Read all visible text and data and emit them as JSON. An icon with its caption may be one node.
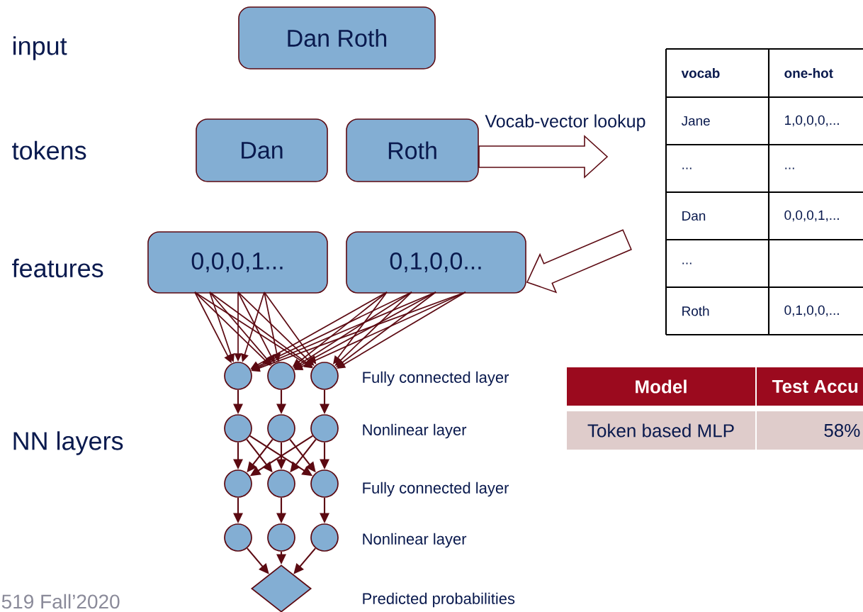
{
  "diagram": {
    "nodes": [
      {
        "text": [
          "Dan Roth"
        ]
      },
      {
        "text": [
          "Dan"
        ]
      },
      {
        "text": [
          "Roth"
        ]
      },
      {
        "text": [
          "0,0,0,1..."
        ]
      },
      {
        "text": [
          "0,1,0,0..."
        ]
      },
      {
        "text": [],
        "shape": "circle"
      },
      {
        "text": [],
        "shape": "circle"
      },
      {
        "text": [],
        "shape": "circle"
      },
      {
        "text": [],
        "shape": "circle"
      },
      {
        "text": [],
        "shape": "circle"
      },
      {
        "text": [],
        "shape": "circle"
      },
      {
        "text": [],
        "shape": "circle"
      },
      {
        "text": [],
        "shape": "circle"
      },
      {
        "text": [],
        "shape": "circle"
      },
      {
        "text": [],
        "shape": "circle"
      },
      {
        "text": [],
        "shape": "circle"
      },
      {
        "text": [],
        "shape": "circle"
      },
      {
        "text": [],
        "shape": "diamond"
      }
    ],
    "edges": [
      {
        "from": 2,
        "to": null,
        "arrow": "to",
        "label": "Vocab-vector lookup"
      },
      {
        "from": null,
        "to": 4,
        "arrow": "to"
      },
      {
        "from": 3,
        "to": 5,
        "arrow": "to"
      },
      {
        "from": 3,
        "to": 6,
        "arrow": "to"
      },
      {
        "from": 3,
        "to": 7,
        "arrow": "to"
      },
      {
        "from": 3,
        "to": 5,
        "arrow": "to"
      },
      {
        "from": 3,
        "to": 6,
        "arrow": "to"
      },
      {
        "from": 3,
        "to": 7,
        "arrow": "to"
      },
      {
        "from": 3,
        "to": 5,
        "arrow": "to"
      },
      {
        "from": 3,
        "to": 6,
        "arrow": "to"
      },
      {
        "from": 3,
        "to": 7,
        "arrow": "to"
      },
      {
        "from": 3,
        "to": 5,
        "arrow": "to"
      },
      {
        "from": 3,
        "to": 6,
        "arrow": "to"
      },
      {
        "from": 3,
        "to": 7,
        "arrow": "to"
      },
      {
        "from": 4,
        "to": 5,
        "arrow": "to"
      },
      {
        "from": 4,
        "to": 6,
        "arrow": "to"
      },
      {
        "from": 4,
        "to": 7,
        "arrow": "to"
      },
      {
        "from": 4,
        "to": 5,
        "arrow": "to"
      },
      {
        "from": 4,
        "to": 6,
        "arrow": "to"
      },
      {
        "from": 4,
        "to": 7,
        "arrow": "to"
      },
      {
        "from": 4,
        "to": 5,
        "arrow": "to"
      },
      {
        "from": 4,
        "to": 6,
        "arrow": "to"
      },
      {
        "from": 4,
        "to": 7,
        "arrow": "to"
      },
      {
        "from": 4,
        "to": 5,
        "arrow": "to"
      },
      {
        "from": 4,
        "to": 6,
        "arrow": "to"
      },
      {
        "from": 4,
        "to": 7,
        "arrow": "to"
      },
      {
        "from": 5,
        "to": 8,
        "arrow": "to"
      },
      {
        "from": 6,
        "to": 9,
        "arrow": "to"
      },
      {
        "from": 7,
        "to": 10,
        "arrow": "to"
      },
      {
        "from": 8,
        "to": 11,
        "arrow": "to"
      },
      {
        "from": 8,
        "to": 12,
        "arrow": "to"
      },
      {
        "from": 8,
        "to": 13,
        "arrow": "to"
      },
      {
        "from": 9,
        "to": 11,
        "arrow": "to"
      },
      {
        "from": 9,
        "to": 12,
        "arrow": "to"
      },
      {
        "from": 9,
        "to": 13,
        "arrow": "to"
      },
      {
        "from": 10,
        "to": 11,
        "arrow": "to"
      },
      {
        "from": 10,
        "to": 12,
        "arrow": "to"
      },
      {
        "from": 10,
        "to": 13,
        "arrow": "to"
      },
      {
        "from": 11,
        "to": 14,
        "arrow": "to"
      },
      {
        "from": 12,
        "to": 15,
        "arrow": "to"
      },
      {
        "from": 13,
        "to": 16,
        "arrow": "to"
      },
      {
        "from": 14,
        "to": 17,
        "arrow": "to"
      },
      {
        "from": 15,
        "to": 17,
        "arrow": "to"
      },
      {
        "from": 16,
        "to": 17,
        "arrow": "to"
      }
    ],
    "labels": [
      "input",
      "tokens",
      "features",
      "NN layers",
      "Fully connected layer",
      "Nonlinear layer",
      "Fully connected layer",
      "Nonlinear layer",
      "Predicted probabilities",
      "vocab",
      "one-hot",
      "Jane",
      "1,0,0,0,...",
      "...",
      "...",
      "Dan",
      "0,0,0,1,...",
      "...",
      "Roth",
      "0,1,0,0,...",
      "Model",
      "Test Accu",
      "Token based MLP",
      "58%",
      "519 Fall’2020"
    ]
  }
}
